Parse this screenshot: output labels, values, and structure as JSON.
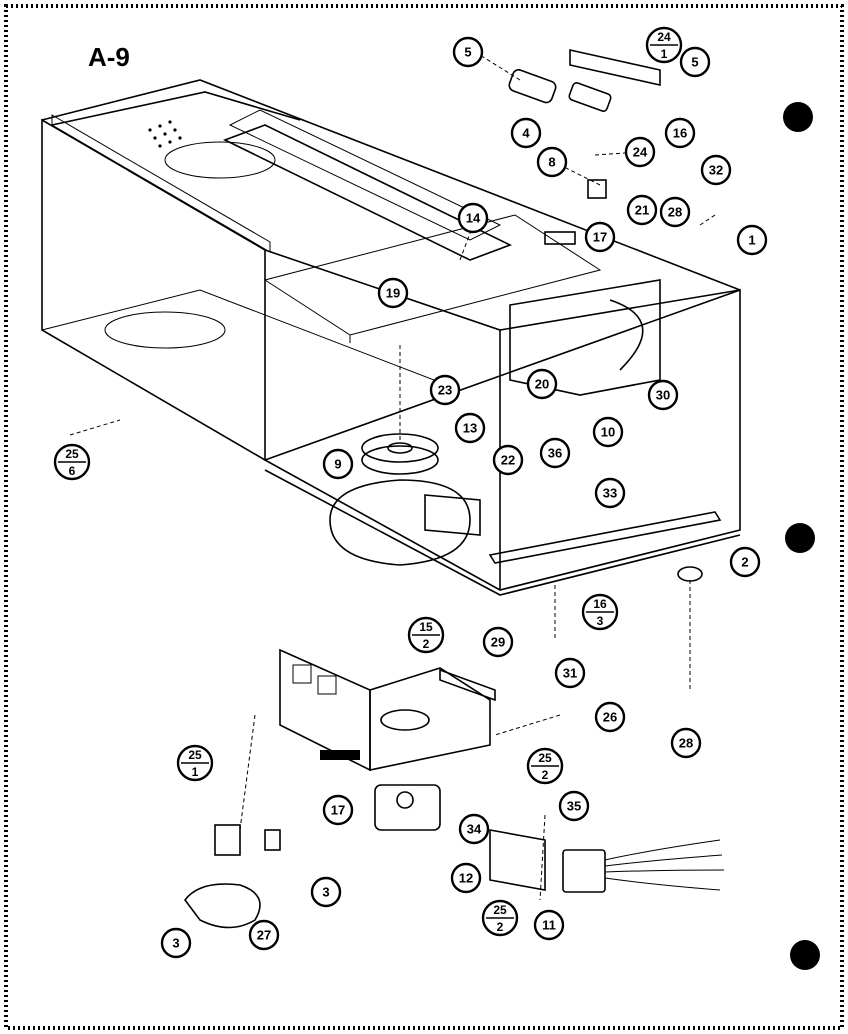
{
  "diagram": {
    "title": "A-9",
    "callouts": [
      {
        "id": "c5a",
        "label": "5"
      },
      {
        "id": "c5b",
        "label": "5"
      },
      {
        "id": "c4",
        "label": "4"
      },
      {
        "id": "c16a",
        "label": "16"
      },
      {
        "id": "c24",
        "label": "24"
      },
      {
        "id": "c8",
        "label": "8"
      },
      {
        "id": "c32",
        "label": "32"
      },
      {
        "id": "c21",
        "label": "21"
      },
      {
        "id": "c28a",
        "label": "28"
      },
      {
        "id": "c14",
        "label": "14"
      },
      {
        "id": "c17a",
        "label": "17"
      },
      {
        "id": "c1",
        "label": "1"
      },
      {
        "id": "c19",
        "label": "19"
      },
      {
        "id": "c20",
        "label": "20"
      },
      {
        "id": "c30",
        "label": "30"
      },
      {
        "id": "c23",
        "label": "23"
      },
      {
        "id": "c36",
        "label": "36"
      },
      {
        "id": "c10",
        "label": "10"
      },
      {
        "id": "c13",
        "label": "13"
      },
      {
        "id": "c9",
        "label": "9"
      },
      {
        "id": "c22",
        "label": "22"
      },
      {
        "id": "c33",
        "label": "33"
      },
      {
        "id": "c2",
        "label": "2"
      },
      {
        "id": "c31",
        "label": "31"
      },
      {
        "id": "c29",
        "label": "29"
      },
      {
        "id": "c26",
        "label": "26"
      },
      {
        "id": "c28b",
        "label": "28"
      },
      {
        "id": "c17b",
        "label": "17"
      },
      {
        "id": "c35",
        "label": "35"
      },
      {
        "id": "c34",
        "label": "34"
      },
      {
        "id": "c12",
        "label": "12"
      },
      {
        "id": "c11",
        "label": "11"
      },
      {
        "id": "c3a",
        "label": "3"
      },
      {
        "id": "c3b",
        "label": "3"
      },
      {
        "id": "c27",
        "label": "27"
      }
    ],
    "fractions": [
      {
        "id": "f24",
        "top": "24",
        "bottom": "1"
      },
      {
        "id": "f25a",
        "top": "25",
        "bottom": "6"
      },
      {
        "id": "f16",
        "top": "16",
        "bottom": "3"
      },
      {
        "id": "f15",
        "top": "15",
        "bottom": "2"
      },
      {
        "id": "f25b",
        "top": "25",
        "bottom": "1"
      },
      {
        "id": "f25c",
        "top": "25",
        "bottom": "2"
      },
      {
        "id": "f25d",
        "top": "25",
        "bottom": "2"
      }
    ]
  }
}
